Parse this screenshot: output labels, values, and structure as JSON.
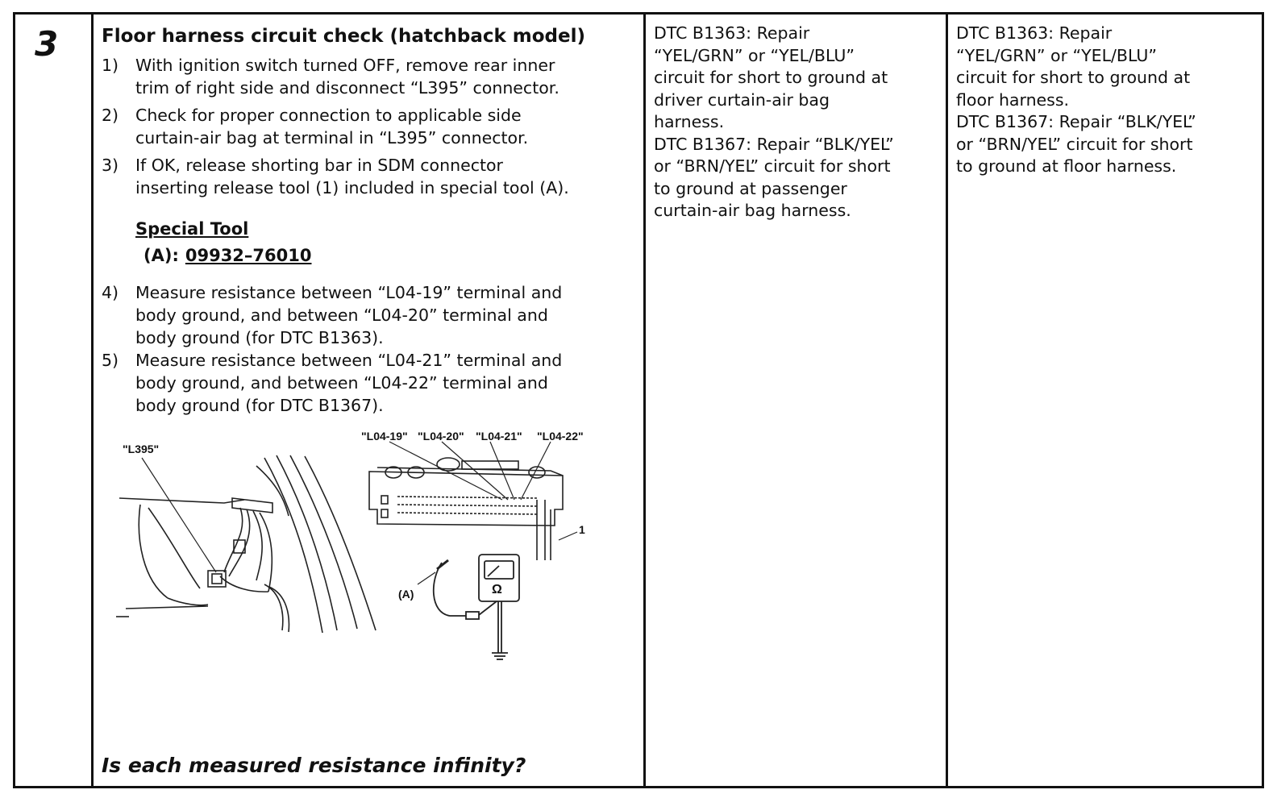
{
  "step": {
    "number": "3",
    "title": "Floor harness circuit check (hatchback model)",
    "instructions": [
      {
        "num": "1)",
        "lines": [
          "With ignition switch turned OFF, remove rear inner",
          "trim of right side and disconnect “L395” connector."
        ]
      },
      {
        "num": "2)",
        "lines": [
          "Check for proper connection to applicable side",
          "curtain-air bag at terminal in “L395” connector."
        ]
      },
      {
        "num": "3)",
        "lines": [
          "If OK, release shorting bar in SDM connector",
          "inserting release tool (1) included in special tool (A)."
        ]
      },
      {
        "num": "4)",
        "lines": [
          "Measure resistance between “L04-19” terminal and",
          "body ground, and between “L04-20” terminal and",
          "body ground (for DTC B1363)."
        ]
      },
      {
        "num": "5)",
        "lines": [
          "Measure resistance between “L04-21” terminal and",
          "body ground, and between “L04-22” terminal and",
          "body ground (for DTC B1367)."
        ]
      }
    ],
    "special_tool_heading": "Special Tool",
    "special_tool": {
      "label": "(A):",
      "number": "09932–76010"
    },
    "figure": {
      "connector_label": "\"L395\"",
      "terminal_labels": [
        "\"L04-19\"",
        "\"L04-20\"",
        "\"L04-21\"",
        "\"L04-22\""
      ],
      "tool_label": "1",
      "tester_label": "(A)",
      "meter_symbol": "Ω"
    },
    "question": "Is each measured resistance infinity?"
  },
  "yes_column": {
    "lines": [
      "DTC B1363: Repair",
      "“YEL/GRN” or “YEL/BLU”",
      "circuit for short to ground at",
      "driver curtain-air bag",
      "harness.",
      "DTC B1367: Repair “BLK/YEL”",
      "or “BRN/YEL” circuit for short",
      "to ground at passenger",
      "curtain-air bag harness."
    ]
  },
  "no_column": {
    "lines": [
      "DTC B1363: Repair",
      "“YEL/GRN” or “YEL/BLU”",
      "circuit for short to ground at",
      "floor harness.",
      "DTC B1367: Repair “BLK/YEL”",
      "or “BRN/YEL” circuit for short",
      "to ground at floor harness."
    ]
  }
}
